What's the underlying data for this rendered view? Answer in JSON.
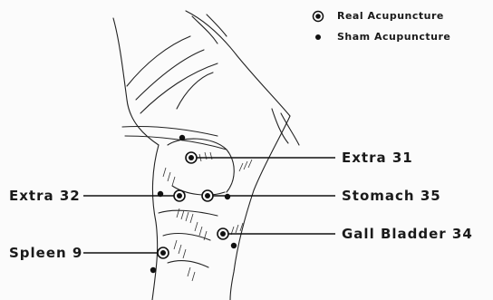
{
  "legend": {
    "real": "Real Acupuncture",
    "sham": "Sham Acupuncture"
  },
  "points": {
    "extra31": "Extra 31",
    "extra32": "Extra 32",
    "stomach35": "Stomach 35",
    "gallbladder34": "Gall Bladder 34",
    "spleen9": "Spleen 9"
  },
  "colors": {
    "ink": "#1a1a1a",
    "background": "#fbfbfb"
  }
}
